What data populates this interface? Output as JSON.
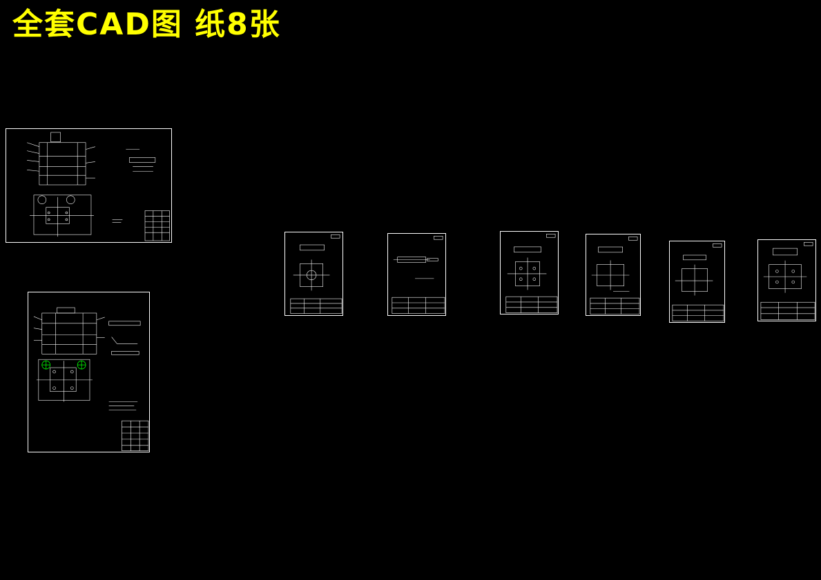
{
  "header": {
    "title": "全套CAD图 纸8张"
  },
  "colors": {
    "title": "#ffff00",
    "background": "#000000",
    "lines": "#ffffff",
    "accent": "#00ff00"
  },
  "sheets": [
    {
      "kind": "assembly-landscape"
    },
    {
      "kind": "assembly-portrait"
    },
    {
      "kind": "part-1"
    },
    {
      "kind": "part-2"
    },
    {
      "kind": "part-3"
    },
    {
      "kind": "part-4"
    },
    {
      "kind": "part-5"
    },
    {
      "kind": "part-6"
    }
  ]
}
